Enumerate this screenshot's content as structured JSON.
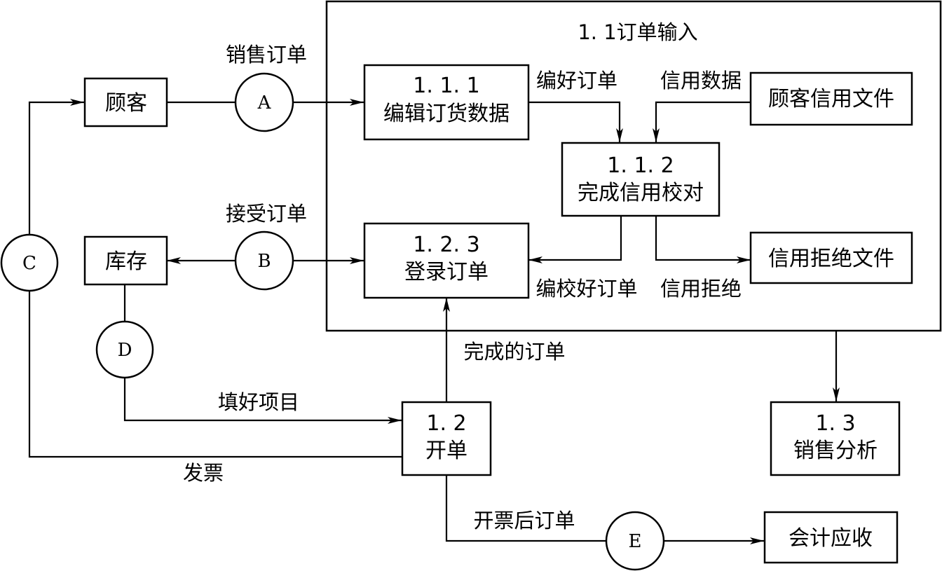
{
  "group": {
    "title": "1. 1订单输入"
  },
  "nodes": {
    "customer": "顾客",
    "inventory": "库存",
    "edit_order": {
      "number": "1. 1. 1",
      "label": "编辑订货数据"
    },
    "credit_check": {
      "number": "1. 1. 2",
      "label": "完成信用校对"
    },
    "record_order": {
      "number": "1. 2. 3",
      "label": "登录订单"
    },
    "customer_credit_file": "顾客信用文件",
    "credit_reject_file": "信用拒绝文件",
    "billing": {
      "number": "1. 2",
      "label": "开单"
    },
    "sales_analysis": {
      "number": "1. 3",
      "label": "销售分析"
    },
    "accounts_receivable": "会计应收"
  },
  "connectors": {
    "a": "A",
    "b": "B",
    "c": "C",
    "d": "D",
    "e": "E"
  },
  "flows": {
    "sales_order": "销售订单",
    "accepted_order": "接受订单",
    "edited_order": "编好订单",
    "credit_data": "信用数据",
    "checked_order": "编校好订单",
    "credit_reject": "信用拒绝",
    "completed_order": "完成的订单",
    "filled_items": "填好项目",
    "invoice": "发票",
    "billed_order": "开票后订单"
  }
}
